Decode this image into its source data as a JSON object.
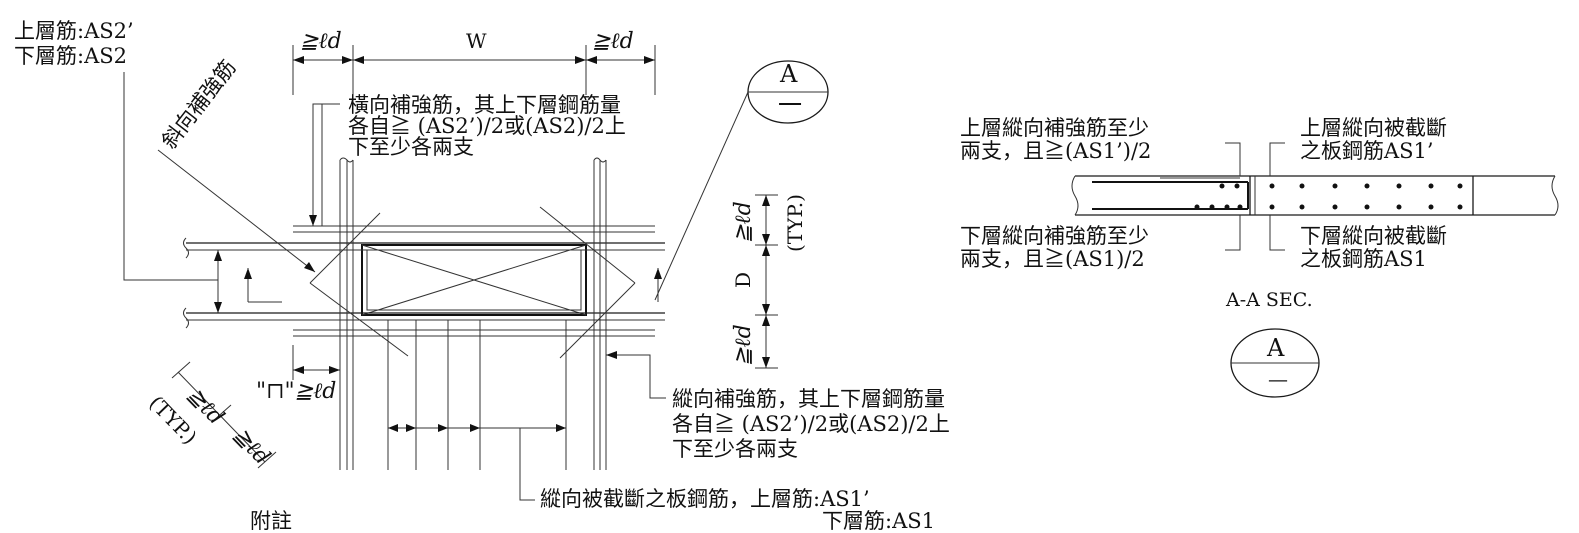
{
  "plan": {
    "top_bar_label_line1": "上層筋:AS2’",
    "top_bar_label_line2": "下層筋:AS2",
    "diagonal_bar_label": "斜向補強筋",
    "transverse_note_line1": "橫向補強筋，其上下層鋼筋量",
    "transverse_note_line2": "各自≧ (AS2’)/2或(AS2)/2上",
    "transverse_note_line3": "下至少各兩支",
    "dim_ld_left": "≧ℓd",
    "dim_w": "W",
    "dim_ld_right": "≧ℓd",
    "dim_ld_top_right": "≧ℓd",
    "dim_typ_right": "(TYP.)",
    "dim_d": "D",
    "dim_ld_bottom_right": "≧ℓd",
    "hook_label": "\"⊓\"≧ℓd",
    "dim_ld_diag_a": "≧ℓd",
    "dim_ld_diag_b": "≧ℓd",
    "dim_typ_left": "(TYP.)",
    "longitudinal_note_line1": "縱向補強筋，其上下層鋼筋量",
    "longitudinal_note_line2": "各自≧ (AS2’)/2或(AS2)/2上",
    "longitudinal_note_line3": "下至少各兩支",
    "cut_bar_note_line1": "縱向被截斷之板鋼筋，上層筋:AS1’",
    "cut_bar_note_line2": "下層筋:AS1",
    "cut_bar_note_fragment": "附註",
    "section_marker_letter": "A",
    "section_marker_sub": "一"
  },
  "section": {
    "upper_add_line1": "上層縱向補強筋至少",
    "upper_add_line2": "兩支，且≧(AS1’)/2",
    "upper_cut_line1": "上層縱向被截斷",
    "upper_cut_line2": "之板鋼筋AS1’",
    "lower_add_line1": "下層縱向補強筋至少",
    "lower_add_line2": "兩支，且≧(AS1)/2",
    "lower_cut_line1": "下層縱向被截斷",
    "lower_cut_line2": "之板鋼筋AS1",
    "title": "A-A SEC.",
    "marker_letter": "A",
    "marker_sub": "—"
  }
}
